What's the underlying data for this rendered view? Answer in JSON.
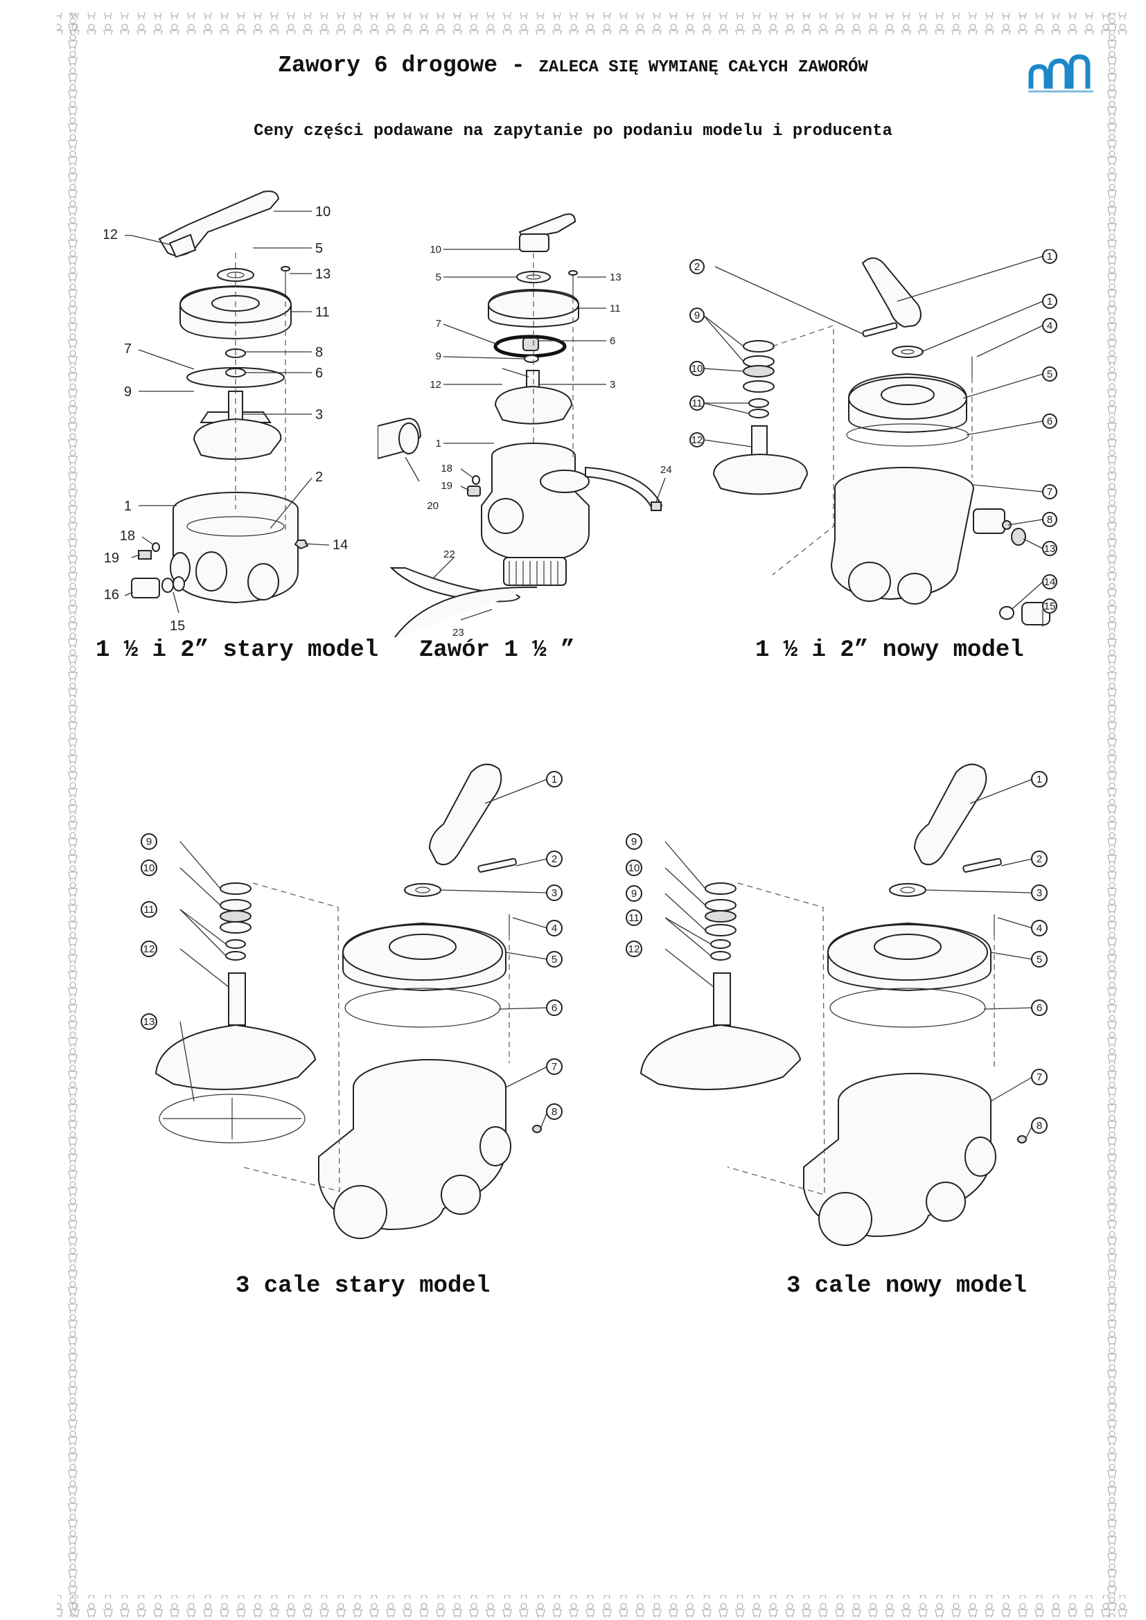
{
  "header": {
    "title_main": "Zawory 6 drogowe - ",
    "title_note": "ZALECA SIĘ WYMIANĘ CAŁYCH ZAWORÓW",
    "subtitle": "Ceny części podawane na zapytanie po podaniu modelu i producenta"
  },
  "logo": {
    "icon": "wave-arches-logo",
    "color": "#1e88c8"
  },
  "border": {
    "icon": "mascot-figure-icon",
    "color": "#bdbdbd"
  },
  "captions": {
    "old_model_1_5_2": "1 ½ i 2” stary model",
    "valve_1_5": "Zawór 1 ½ ”",
    "new_model_1_5_2": "1 ½ i 2” nowy model",
    "old_model_3": "3 cale stary model",
    "new_model_3": "3 cale nowy model"
  },
  "diagrams": {
    "d1_labels": [
      "10",
      "12",
      "5",
      "13",
      "11",
      "7",
      "8",
      "6",
      "9",
      "3",
      "2",
      "1",
      "18",
      "19",
      "14",
      "16",
      "15"
    ],
    "d2_labels": [
      "10",
      "5",
      "13",
      "11",
      "7",
      "6",
      "9",
      "12",
      "3",
      "1",
      "18",
      "19",
      "20",
      "24",
      "22",
      "23"
    ],
    "d3_labels": [
      "2",
      "1",
      "9",
      "1",
      "4",
      "10",
      "5",
      "11",
      "6",
      "12",
      "7",
      "8",
      "13",
      "14",
      "15"
    ],
    "d4_labels": [
      "1",
      "9",
      "2",
      "10",
      "3",
      "4",
      "11",
      "5",
      "12",
      "6",
      "13",
      "7",
      "8"
    ],
    "d5_labels": [
      "1",
      "9",
      "2",
      "10",
      "3",
      "9",
      "4",
      "11",
      "5",
      "12",
      "6",
      "7",
      "8"
    ]
  }
}
